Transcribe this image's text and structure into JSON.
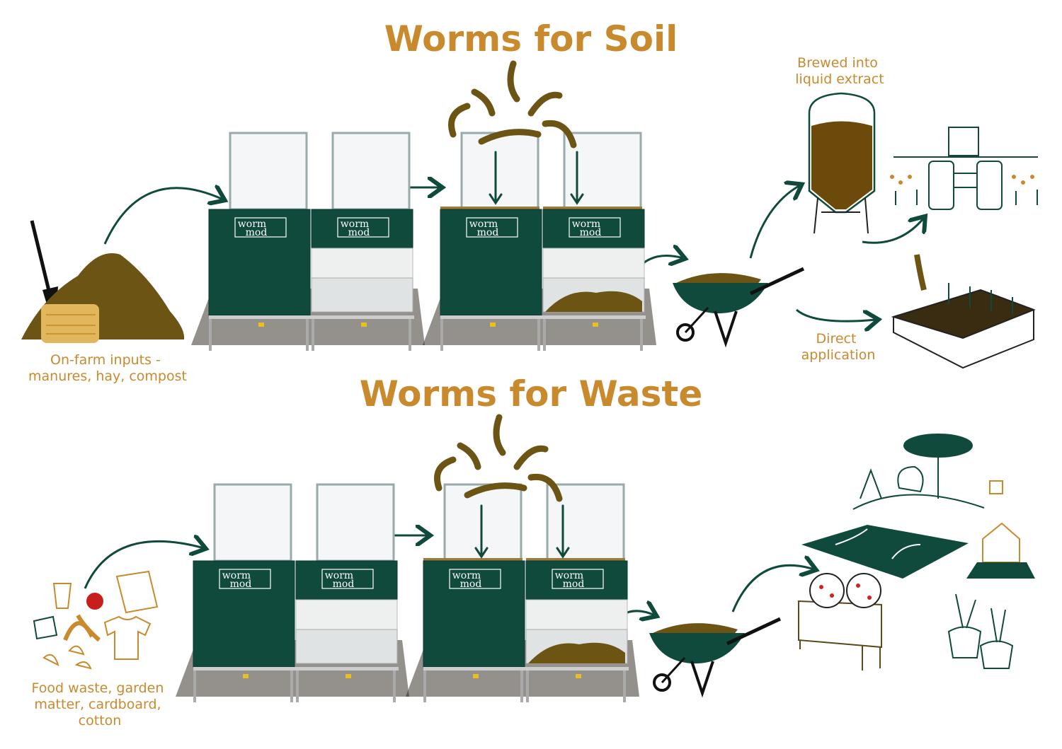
{
  "colors": {
    "accent": "#c98a2e",
    "bin_green": "#0f4a3c",
    "compost": "#6b5414"
  },
  "soil": {
    "title": "Worms for Soil",
    "input_label": [
      "On-farm inputs -",
      "manures, hay, compost"
    ],
    "extract_label": [
      "Brewed into",
      "liquid extract"
    ],
    "direct_label": [
      "Direct",
      "application"
    ]
  },
  "waste": {
    "title": "Worms for Waste",
    "input_label": [
      "Food waste, garden",
      "matter, cardboard,",
      "cotton"
    ]
  },
  "logo": {
    "line1": "worm",
    "line2": "mod"
  }
}
